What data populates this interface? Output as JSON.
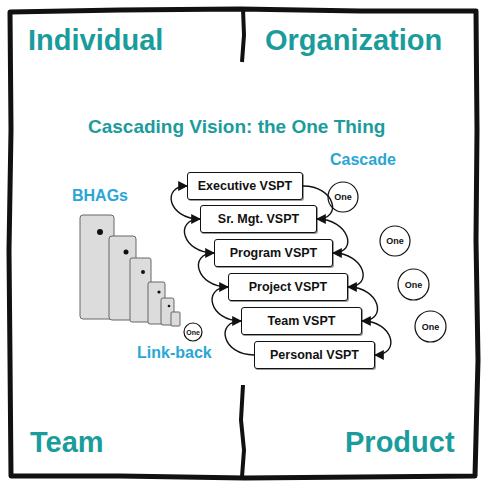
{
  "diagram": {
    "title": "Cascading Vision: the One Thing",
    "nodes": [
      {
        "text": [
          "Executive VSPT"
        ]
      },
      {
        "text": [
          "Sr. Mgt. VSPT"
        ]
      },
      {
        "text": [
          "Program VSPT"
        ]
      },
      {
        "text": [
          "Project VSPT"
        ]
      },
      {
        "text": [
          "Team VSPT"
        ]
      },
      {
        "text": [
          "Personal VSPT"
        ]
      },
      {
        "text": [
          "One"
        ]
      },
      {
        "text": [
          "One"
        ]
      },
      {
        "text": [
          "One"
        ]
      },
      {
        "text": [
          "One"
        ]
      },
      {
        "text": [
          "One"
        ]
      }
    ],
    "edges": [
      {
        "from": 0,
        "to": 1,
        "arrow": "to"
      },
      {
        "from": 1,
        "to": 2,
        "arrow": "to"
      },
      {
        "from": 2,
        "to": 3,
        "arrow": "to"
      },
      {
        "from": 3,
        "to": 4,
        "arrow": "to"
      },
      {
        "from": 4,
        "to": 5,
        "arrow": "to"
      },
      {
        "from": 1,
        "to": 0,
        "arrow": "to"
      },
      {
        "from": 2,
        "to": 1,
        "arrow": "to"
      },
      {
        "from": 3,
        "to": 2,
        "arrow": "to"
      },
      {
        "from": 4,
        "to": 3,
        "arrow": "to"
      },
      {
        "from": 5,
        "to": 4,
        "arrow": "to"
      }
    ],
    "labels": [
      "Individual",
      "Organization",
      "Team",
      "Product",
      "Cascade",
      "BHAGs",
      "Link-back"
    ]
  }
}
